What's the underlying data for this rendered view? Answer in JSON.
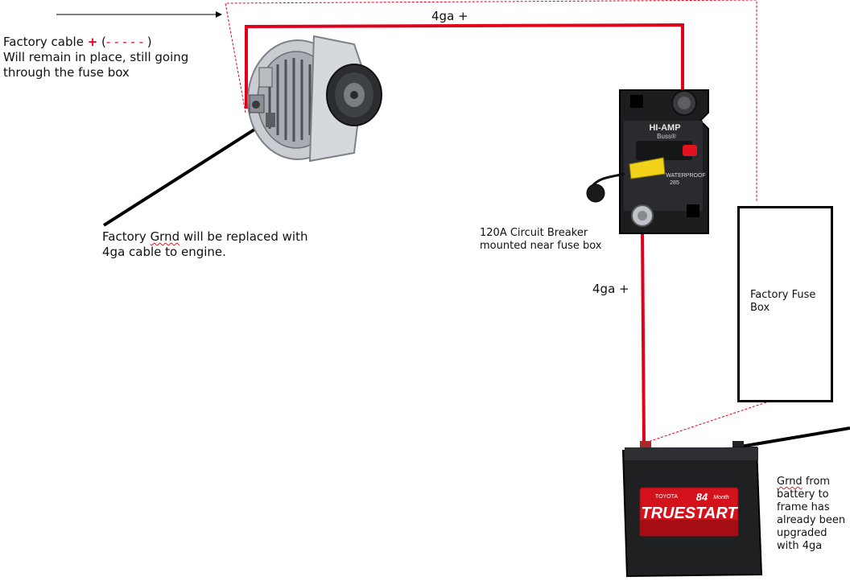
{
  "labels": {
    "factory_cable_prefix": "Factory cable ",
    "factory_cable_plus": "+",
    "factory_cable_paren_open": " (",
    "factory_cable_dashes": "- - - - -",
    "factory_cable_paren_close": " )",
    "factory_cable_line2": "Will remain in place, still going",
    "factory_cable_line3": "through the fuse box",
    "top_wire": "4ga +",
    "ground_line1_before": "Factory ",
    "ground_line1_word": "Grnd",
    "ground_line1_after": " will be replaced with",
    "ground_line2": "4ga cable to engine.",
    "breaker_line1": "120A Circuit Breaker",
    "breaker_line2": "mounted near fuse box",
    "vertical_wire": "4ga +",
    "fuse_box_line1": "Factory Fuse",
    "fuse_box_line2": "Box",
    "battery_ground_word": "Grnd",
    "battery_ground_line1_after": " from",
    "battery_ground_line2": "battery to",
    "battery_ground_line3": "frame has",
    "battery_ground_line4": "already been",
    "battery_ground_line5": "upgraded",
    "battery_ground_line6": "with 4ga"
  },
  "breaker_face": {
    "brand": "HI-AMP",
    "sub": "Buss®",
    "waterproof": "WATERPROOF",
    "model": "285"
  },
  "battery_face": {
    "maker": "TOYOTA",
    "months": "84",
    "month_word": "Month",
    "brand": "TRUESTART"
  },
  "colors": {
    "positive_wire": "#e0001b",
    "ground_wire": "#000000",
    "factory_cable_dashed": "#e0001b"
  }
}
